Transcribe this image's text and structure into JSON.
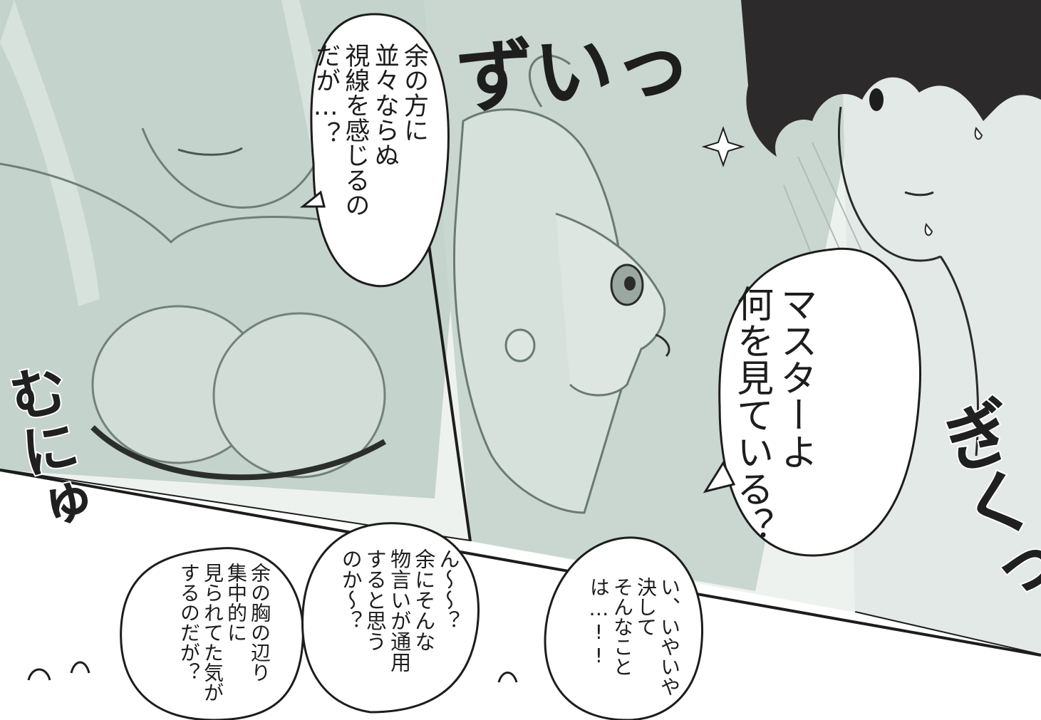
{
  "bubbles": {
    "top_center": "余の方に\n並々ならぬ\n視線を感じるの\nだが…？",
    "right_middle": "マスターよ\n何を見ている？",
    "bottom_right": "い、いやいや\n決して\nそんなこと\nは…!!",
    "bottom_middle": "ん〜〜？\n余にそんな\n物言いが通用\nすると思う\nのか〜？",
    "bottom_left": "余の胸の辺り\n集中的に\n見られてた気が\nするのだが？"
  },
  "sound_effects": {
    "top": "ずいっ",
    "left": "むにゅ",
    "right": "ぎくっ"
  },
  "colors": {
    "tint": "#b9c9c1",
    "ink": "#1d1d1d",
    "paper": "#ffffff"
  }
}
